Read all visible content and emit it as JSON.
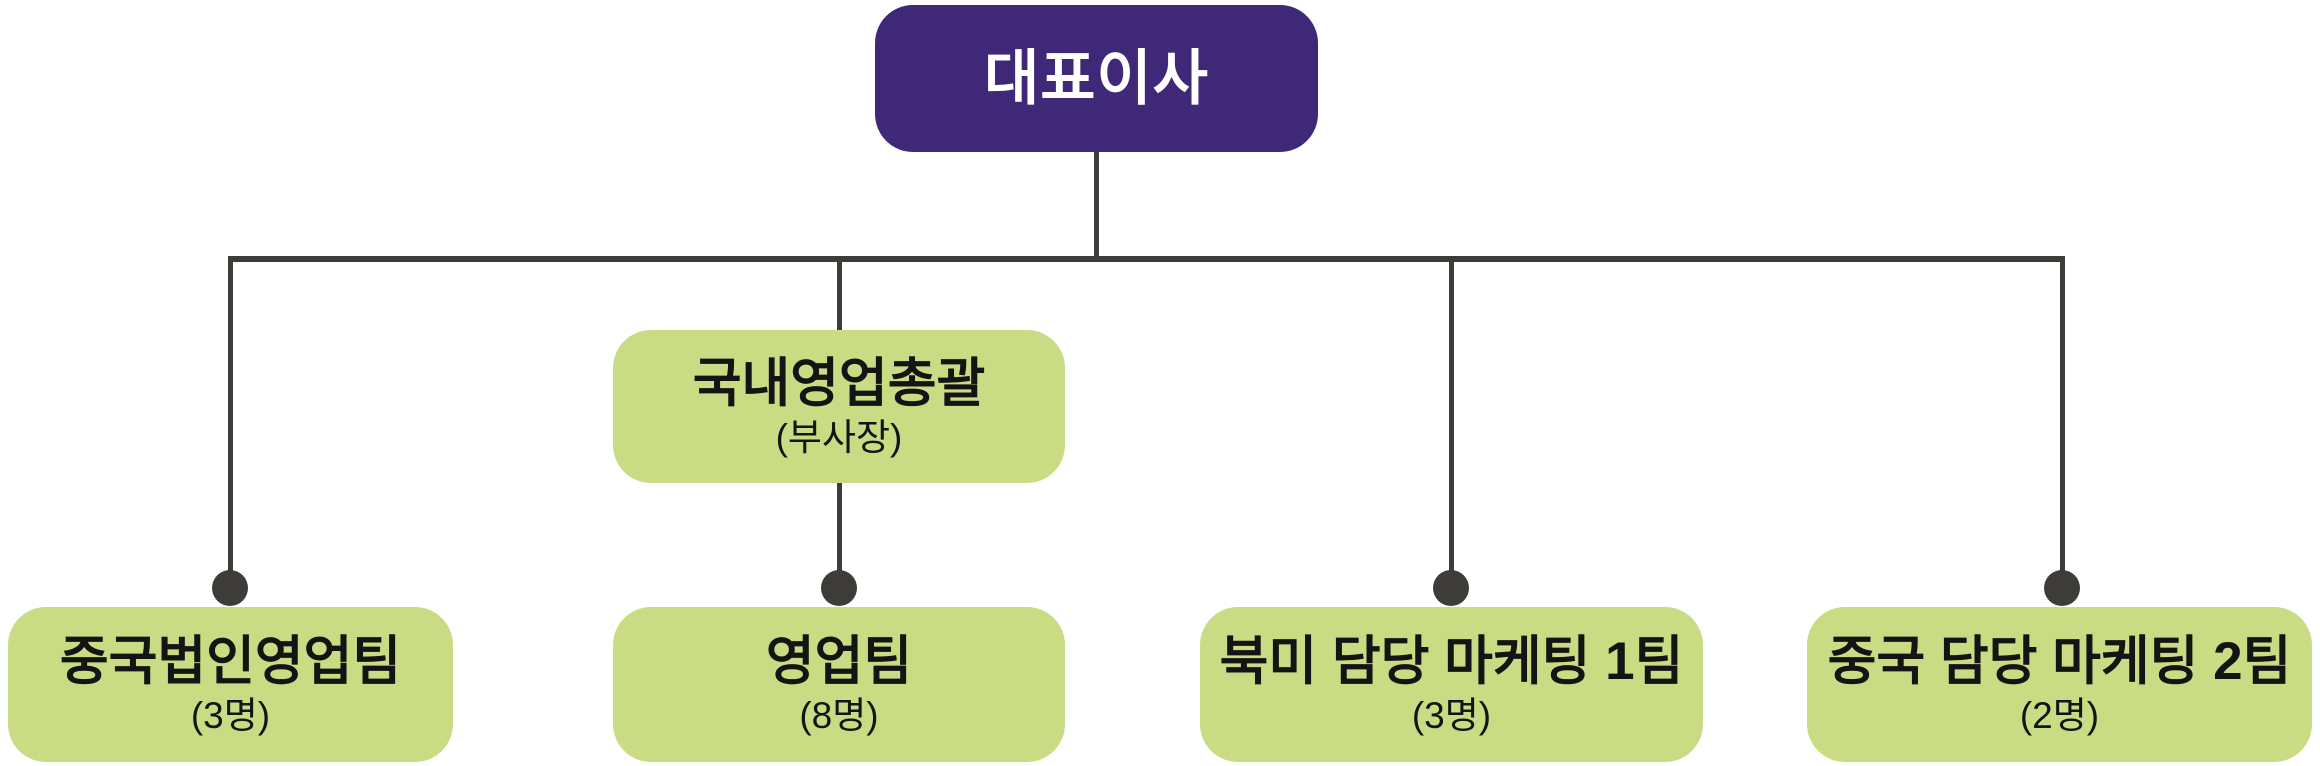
{
  "chart_type": "org-chart",
  "colors": {
    "background": "#ffffff",
    "root_box_bg": "#402878",
    "root_box_text": "#ffffff",
    "team_box_bg": "#c9dc83",
    "team_box_text": "#141414",
    "connector": "#3e3c38"
  },
  "org_chart": {
    "root": {
      "title": "대표이사"
    },
    "middle": {
      "title": "국내영업총괄",
      "subtitle": "(부사장)"
    },
    "teams": [
      {
        "title": "중국법인영업팀",
        "headcount": "(3명)"
      },
      {
        "title": "영업팀",
        "headcount": "(8명)"
      },
      {
        "title": "북미 담당 마케팅 1팀",
        "headcount": "(3명)"
      },
      {
        "title": "중국 담당 마케팅 2팀",
        "headcount": "(2명)"
      }
    ]
  }
}
